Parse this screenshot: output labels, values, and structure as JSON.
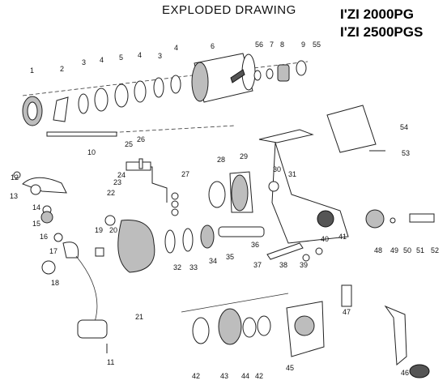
{
  "header": {
    "title": "EXPLODED DRAWING",
    "model_1": "I'ZI 2000PG",
    "model_2": "I'ZI 2500PGS"
  },
  "part_labels": [
    "1",
    "2",
    "3",
    "4",
    "5",
    "4",
    "3",
    "4",
    "6",
    "56",
    "7",
    "8",
    "9",
    "55",
    "10",
    "11",
    "12",
    "13",
    "14",
    "15",
    "16",
    "17",
    "18",
    "19",
    "20",
    "21",
    "22",
    "23",
    "24",
    "25",
    "26",
    "27",
    "28",
    "29",
    "30",
    "31",
    "32",
    "33",
    "34",
    "35",
    "36",
    "37",
    "38",
    "39",
    "40",
    "41",
    "42",
    "43",
    "44",
    "42",
    "45",
    "46",
    "47",
    "48",
    "49",
    "50",
    "51",
    "52",
    "53",
    "54"
  ]
}
